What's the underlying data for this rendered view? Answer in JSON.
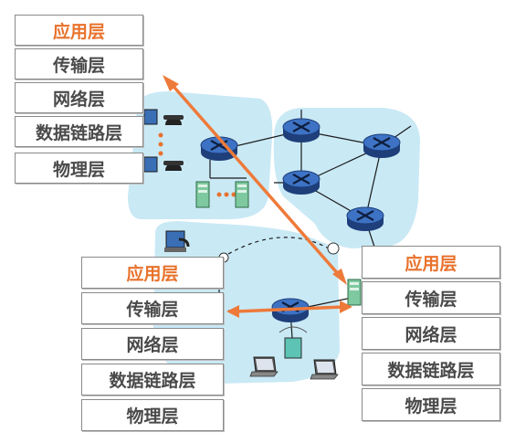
{
  "stacks": {
    "top": [
      "应用层",
      "传输层",
      "网络层",
      "数据链路层",
      "物理层"
    ],
    "left": [
      "应用层",
      "传输层",
      "网络层",
      "数据链路层",
      "物理层"
    ],
    "right": [
      "应用层",
      "传输层",
      "网络层",
      "数据链路层",
      "物理层"
    ]
  },
  "colors": {
    "cloud": "#c9e9f5",
    "router": "#2f5fae",
    "arrow": "#ee7a3a",
    "application_layer_text": "#e8722c",
    "layer_text": "#4a4a4a"
  }
}
